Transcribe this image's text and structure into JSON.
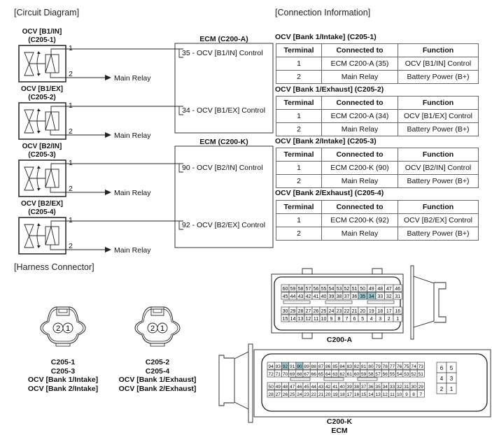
{
  "sections": {
    "circuit_diagram": "[Circuit Diagram]",
    "connection_information": "[Connection Information]",
    "harness_connector": "[Harness Connector]"
  },
  "circuit": {
    "ocvs": [
      {
        "name": "OCV [B1/IN]",
        "connector": "(C205-1)",
        "pin1": "1",
        "pin2": "2",
        "relay": "Main Relay"
      },
      {
        "name": "OCV [B1/EX]",
        "connector": "(C205-2)",
        "pin1": "1",
        "pin2": "2",
        "relay": "Main Relay"
      },
      {
        "name": "OCV [B2/IN]",
        "connector": "(C205-3)",
        "pin1": "1",
        "pin2": "2",
        "relay": "Main Relay"
      },
      {
        "name": "OCV [B2/EX]",
        "connector": "(C205-4)",
        "pin1": "1",
        "pin2": "2",
        "relay": "Main Relay"
      }
    ],
    "ecms": [
      {
        "title": "ECM (C200-A)",
        "pins": [
          "35 - OCV [B1/IN] Control",
          "34 - OCV [B1/EX] Control"
        ]
      },
      {
        "title": "ECM (C200-K)",
        "pins": [
          "90 - OCV [B2/IN] Control",
          "92 - OCV [B2/EX] Control"
        ]
      }
    ]
  },
  "tables": {
    "headers": [
      "Terminal",
      "Connected to",
      "Function"
    ],
    "items": [
      {
        "title": "OCV [Bank 1/Intake] (C205-1)",
        "rows": [
          [
            "1",
            "ECM C200-A (35)",
            "OCV [B1/IN] Control"
          ],
          [
            "2",
            "Main Relay",
            "Battery Power (B+)"
          ]
        ]
      },
      {
        "title": "OCV [Bank 1/Exhaust] (C205-2)",
        "rows": [
          [
            "1",
            "ECM C200-A (34)",
            "OCV [B1/EX] Control"
          ],
          [
            "2",
            "Main Relay",
            "Battery Power (B+)"
          ]
        ]
      },
      {
        "title": "OCV [Bank 2/Intake] (C205-3)",
        "rows": [
          [
            "1",
            "ECM C200-K (90)",
            "OCV [B2/IN] Control"
          ],
          [
            "2",
            "Main Relay",
            "Battery Power (B+)"
          ]
        ]
      },
      {
        "title": "OCV [Bank 2/Exhaust] (C205-4)",
        "rows": [
          [
            "1",
            "ECM C200-K (92)",
            "OCV [B2/EX] Control"
          ],
          [
            "2",
            "Main Relay",
            "Battery Power (B+)"
          ]
        ]
      }
    ]
  },
  "harness": {
    "small_connectors": [
      {
        "pins": [
          "2",
          "1"
        ],
        "caption": [
          "C205-1",
          "C205-3",
          "OCV [Bank 1/Intake]",
          "OCV [Bank 2/Intake]"
        ]
      },
      {
        "pins": [
          "2",
          "1"
        ],
        "caption": [
          "C205-2",
          "C205-4",
          "OCV [Bank 1/Exhaust]",
          "OCV [Bank 2/Exhaust]"
        ]
      }
    ],
    "c200a": {
      "caption": "C200-A",
      "rows": [
        [
          "60",
          "59",
          "58",
          "57",
          "56",
          "55",
          "54",
          "53",
          "52",
          "51",
          "50",
          "49",
          "48",
          "47",
          "46"
        ],
        [
          "45",
          "44",
          "43",
          "42",
          "41",
          "40",
          "39",
          "38",
          "37",
          "36",
          "35",
          "34",
          "33",
          "32",
          "31"
        ],
        [
          "30",
          "29",
          "28",
          "27",
          "26",
          "25",
          "24",
          "23",
          "22",
          "21",
          "20",
          "19",
          "18",
          "17",
          "16"
        ],
        [
          "15",
          "14",
          "13",
          "12",
          "11",
          "10",
          "9",
          "8",
          "7",
          "6",
          "5",
          "4",
          "3",
          "2",
          "1"
        ]
      ],
      "highlighted": [
        "35",
        "34"
      ]
    },
    "c200k": {
      "caption": [
        "C200-K",
        "ECM"
      ],
      "rows": [
        [
          "94",
          "93",
          "92",
          "91",
          "90",
          "89",
          "88",
          "87",
          "86",
          "85",
          "84",
          "83",
          "82",
          "81",
          "80",
          "79",
          "78",
          "77",
          "76",
          "75",
          "74",
          "73"
        ],
        [
          "72",
          "71",
          "70",
          "69",
          "68",
          "67",
          "66",
          "65",
          "64",
          "63",
          "62",
          "61",
          "60",
          "59",
          "58",
          "57",
          "56",
          "55",
          "54",
          "53",
          "52",
          "51"
        ],
        [
          "50",
          "49",
          "48",
          "47",
          "46",
          "45",
          "44",
          "43",
          "42",
          "41",
          "40",
          "39",
          "38",
          "37",
          "36",
          "35",
          "34",
          "33",
          "32",
          "31",
          "30",
          "29"
        ],
        [
          "28",
          "27",
          "26",
          "25",
          "24",
          "23",
          "22",
          "21",
          "20",
          "19",
          "18",
          "17",
          "16",
          "15",
          "14",
          "13",
          "12",
          "11",
          "10",
          "9",
          "8",
          "7"
        ]
      ],
      "aux": [
        [
          "6",
          "5"
        ],
        [
          "4",
          "3"
        ],
        [
          "2",
          "1"
        ]
      ],
      "highlighted": [
        "92",
        "90"
      ]
    },
    "highlight_color": "#9ec9cf"
  }
}
